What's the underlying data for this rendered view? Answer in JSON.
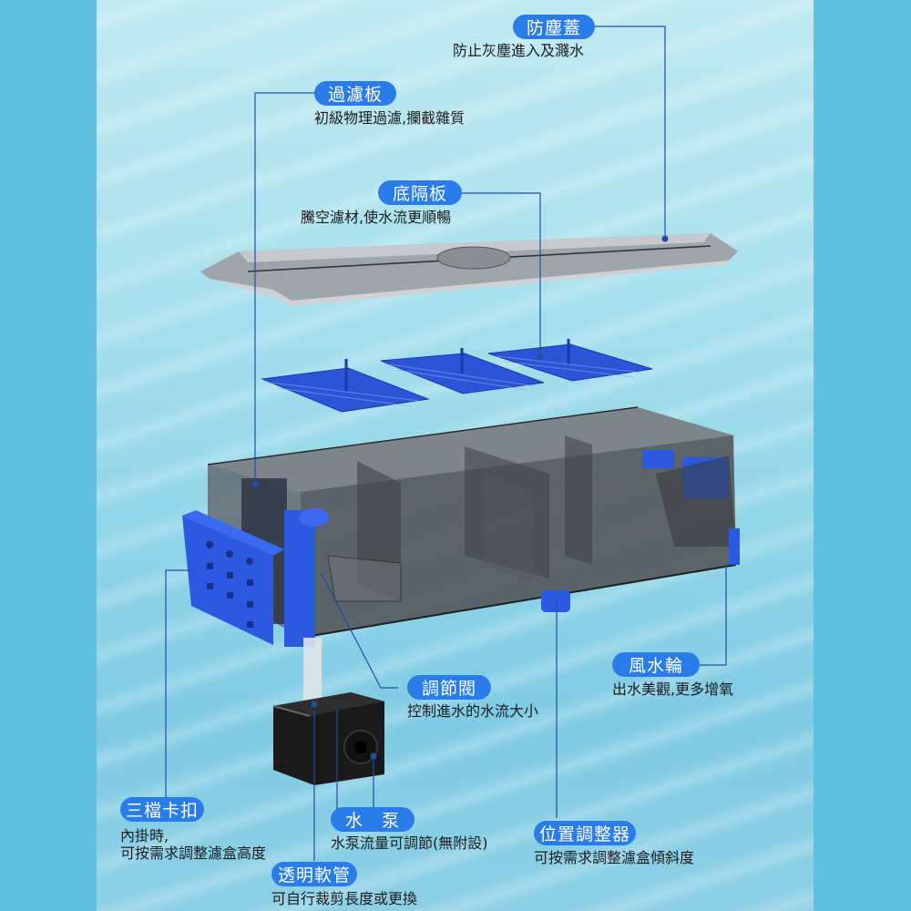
{
  "theme": {
    "pill_color": "#2a7de9",
    "pill_text_color": "#ffffff",
    "desc_text_color": "#1c1c1c",
    "side_bar_color": "#5fc0df",
    "line_color": "#1f4fa3",
    "part_blue": "#2455d8",
    "tank_gray": "#6d6f73"
  },
  "callouts": {
    "dust_cover": {
      "label": "防塵蓋",
      "desc": "防止灰塵進入及濺水"
    },
    "filter_plate": {
      "label": "過濾板",
      "desc": "初級物理過濾,攔截雜質"
    },
    "bottom_plate": {
      "label": "底隔板",
      "desc": "騰空濾材,使水流更順暢"
    },
    "water_wheel": {
      "label": "風水輪",
      "desc": "出水美觀,更多增氧"
    },
    "valve": {
      "label": "調節閥",
      "desc": "控制進水的水流大小"
    },
    "clip": {
      "label": "三檔卡扣",
      "desc_lines": [
        "內掛時,",
        "可按需求調整濾盒高度"
      ]
    },
    "pump": {
      "label": "水　泵",
      "desc": "水泵流量可調節(無附設)"
    },
    "position_adjuster": {
      "label": "位置調整器",
      "desc": "可按需求調整濾盒傾斜度"
    },
    "hose": {
      "label": "透明軟管",
      "desc": "可自行裁剪長度或更換"
    }
  },
  "icons": {
    "product": "aquarium-filter-box-exploded-view"
  }
}
